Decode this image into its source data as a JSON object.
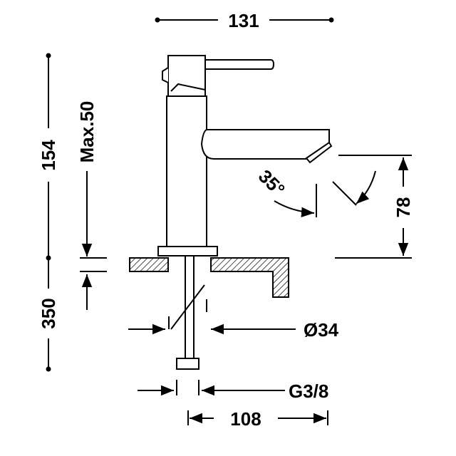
{
  "dimensions": {
    "top_width": "131",
    "total_height": "154",
    "max_height": "Max.50",
    "spout_height": "78",
    "spout_angle": "35°",
    "below_counter": "350",
    "hole_diameter": "Ø34",
    "connection": "G3/8",
    "reach": "108"
  },
  "colors": {
    "stroke": "#000000",
    "background": "#ffffff"
  }
}
